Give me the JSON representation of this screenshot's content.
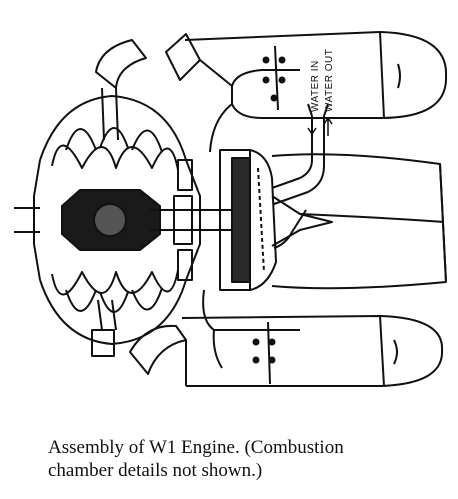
{
  "labels": {
    "water_in": "WATER IN",
    "water_out": "WATER OUT"
  },
  "caption": {
    "line1": "Assembly of W1 Engine. (Combustion",
    "line2": "chamber details not shown.)"
  }
}
